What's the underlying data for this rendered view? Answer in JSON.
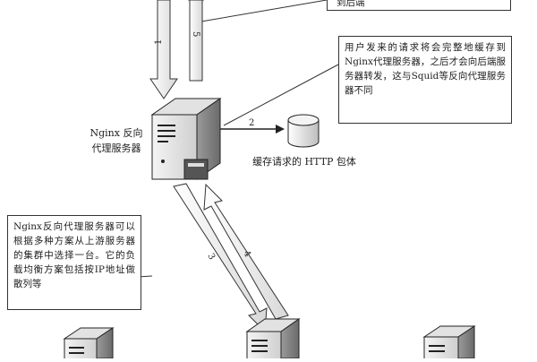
{
  "top_callout": {
    "text": "到后端"
  },
  "upper_callout": {
    "text": "用户发来的请求将会完整地缓存到Nginx代理服务器，之后才会向后端服务器转发，这与Squid等反向代理服务器不同"
  },
  "left_callout": {
    "text": "Nginx反向代理服务器可以根据多种方案从上游服务器的集群中选择一台。它的负载均衡方案包括按IP地址做散列等"
  },
  "proxy_label": {
    "line1": "Nginx 反向",
    "line2": "代理服务器"
  },
  "cache_label": {
    "text": "缓存请求的 HTTP 包体"
  },
  "arrow_numbers": {
    "n1": "1",
    "n2": "2",
    "n3": "3",
    "n4": "4",
    "n5": "5"
  }
}
